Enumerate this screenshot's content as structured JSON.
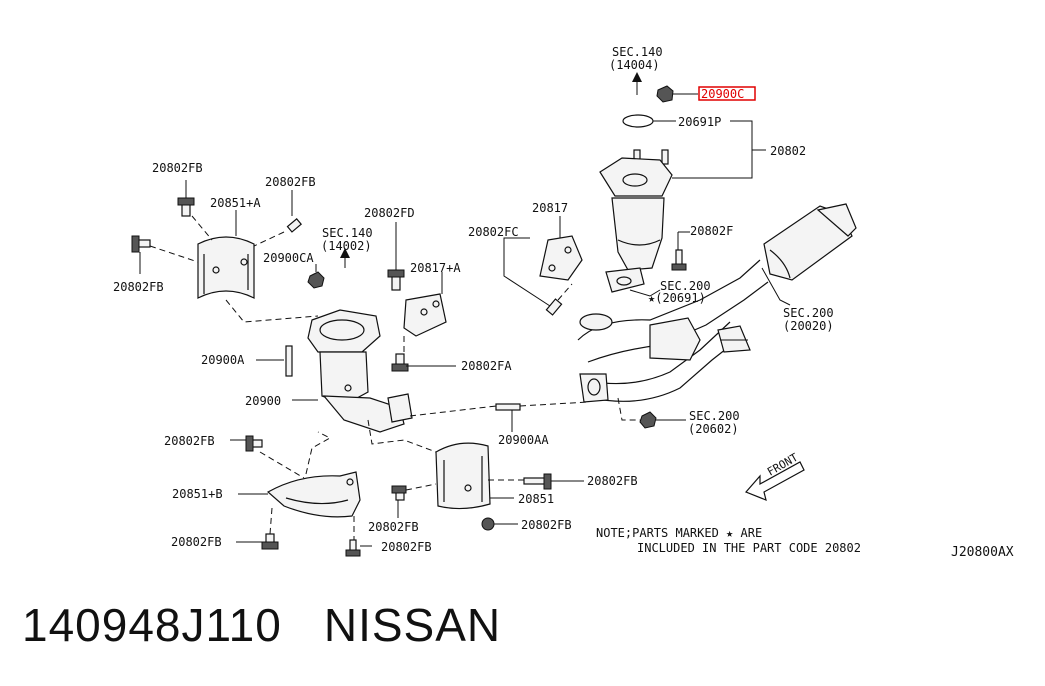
{
  "diagram": {
    "ref_code": "J20800AX",
    "highlight_color": "#e00000",
    "note_line1": "NOTE;PARTS MARKED ★ ARE",
    "note_line2": "INCLUDED IN THE PART CODE 20802",
    "front_label": "FRONT",
    "labels": {
      "sec140_top": "SEC.140",
      "sec140_top_sub": "(14004)",
      "p20900c": "20900C",
      "p20691p": "20691P",
      "p20802": "20802",
      "p20817": "20817",
      "p20802fc": "20802FC",
      "p20802f": "20802F",
      "sec200_a": "SEC.200",
      "sec200_a_sub": "★(20691)",
      "sec200_b": "SEC.200",
      "sec200_b_sub": "(20020)",
      "p20802fb_1": "20802FB",
      "p20802fb_2": "20802FB",
      "p20851a": "20851+A",
      "p20802fb_3": "20802FB",
      "p20900ca": "20900CA",
      "sec140_mid": "SEC.140",
      "sec140_mid_sub": "(14002)",
      "p20802fd": "20802FD",
      "p20817a": "20817+A",
      "p20900a": "20900A",
      "p20802fa": "20802FA",
      "p20900": "20900",
      "p20900aa": "20900AA",
      "sec200_c": "SEC.200",
      "sec200_c_sub": "(20602)",
      "p20802fb_4": "20802FB",
      "p20851b": "20851+B",
      "p20802fb_5": "20802FB",
      "p20802fb_6": "20802FB",
      "p20851": "20851",
      "p20802fb_7": "20802FB",
      "p20802fb_8": "20802FB",
      "p20802fb_9": "20802FB"
    }
  },
  "footer": {
    "part_number": "140948J110",
    "brand": "NISSAN"
  }
}
